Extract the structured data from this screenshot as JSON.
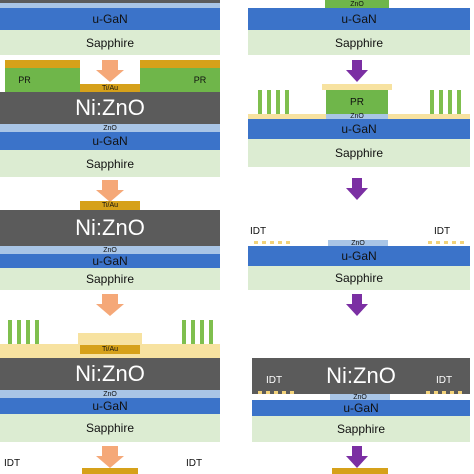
{
  "labels": {
    "sapphire": "Sapphire",
    "ugan": "u-GaN",
    "zno": "ZnO",
    "nizno": "Ni:ZnO",
    "tiau": "Ti/Au",
    "pr": "PR",
    "idt": "IDT"
  },
  "colors": {
    "sapphire": "#dcecd2",
    "ugan": "#3b73c9",
    "zno": "#a9c5e6",
    "nizno": "#5b5b5b",
    "tiau": "#d6a11a",
    "pr": "#6fb64a",
    "resist_light": "#f7e2a0",
    "arrow_orange": "#f5a878",
    "arrow_purple": "#7b2fa3"
  }
}
